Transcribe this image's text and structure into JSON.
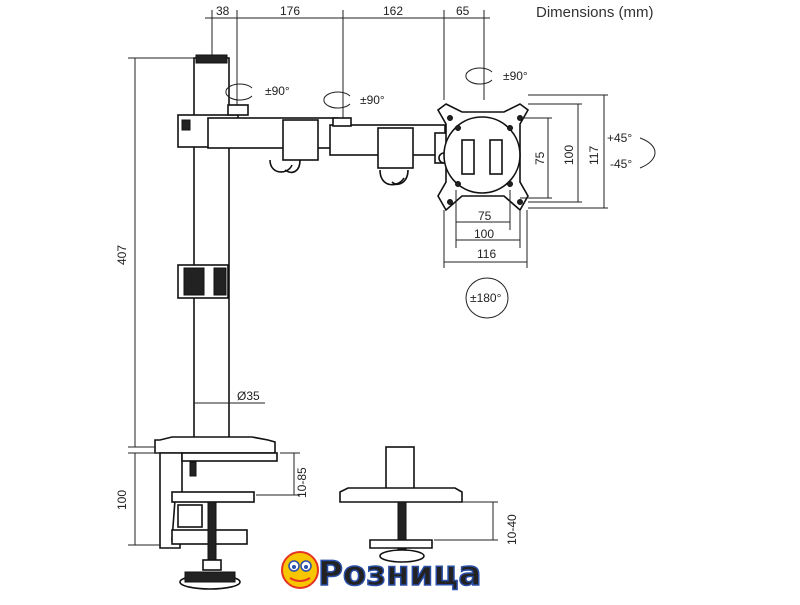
{
  "header": {
    "title": "Dimensions (mm)"
  },
  "top_dims": [
    "38",
    "176",
    "162",
    "65"
  ],
  "rotations": {
    "arm1": "±90°",
    "arm2": "±90°",
    "head": "±90°",
    "swivel": "±180°",
    "tilt_up": "+45°",
    "tilt_down": "-45°"
  },
  "vesa": {
    "h75": "75",
    "h100": "100",
    "h116": "116",
    "v75": "75",
    "v100": "100",
    "v117": "117"
  },
  "pole": {
    "height": "407",
    "diameter": "Ø35"
  },
  "clamp": {
    "height": "100",
    "range": "10-85"
  },
  "grommet": {
    "range": "10-40"
  },
  "logo": {
    "text": "Розница",
    "colors": [
      "#e63323",
      "#f7c600",
      "#2a4fa8"
    ]
  }
}
